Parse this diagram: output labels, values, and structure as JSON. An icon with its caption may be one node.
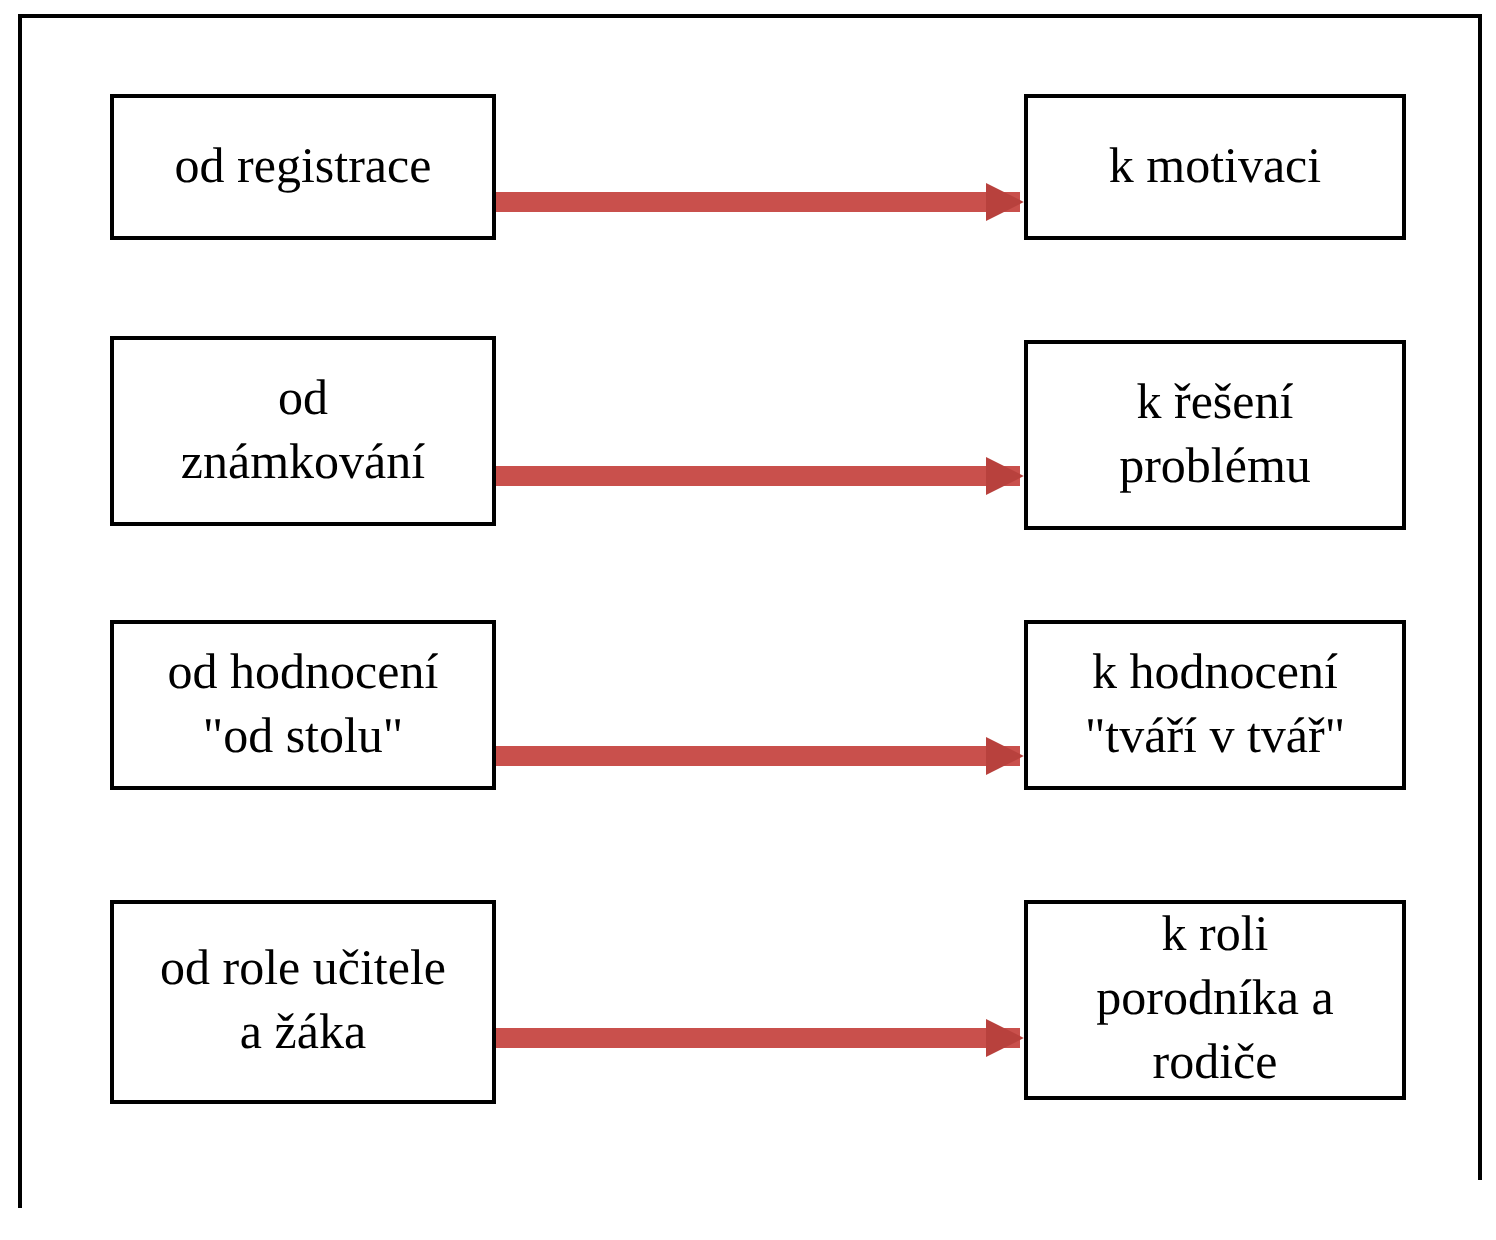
{
  "diagram": {
    "nodes": [
      {
        "text": [
          "od registrace"
        ]
      },
      {
        "text": [
          "k motivaci"
        ]
      },
      {
        "text": [
          "od známkování"
        ]
      },
      {
        "text": [
          "k řešení problému"
        ]
      },
      {
        "text": [
          "od hodnocení \"od stolu\""
        ]
      },
      {
        "text": [
          "k hodnocení \"tváří v tvář\""
        ]
      },
      {
        "text": [
          "od role učitele a žáka"
        ]
      },
      {
        "text": [
          "k roli porodníka a rodiče"
        ]
      }
    ],
    "edges": [
      {
        "from": 0,
        "to": 1,
        "arrow": "to"
      },
      {
        "from": 2,
        "to": 3,
        "arrow": "to"
      },
      {
        "from": 4,
        "to": 5,
        "arrow": "to"
      },
      {
        "from": 6,
        "to": 7,
        "arrow": "to"
      }
    ]
  }
}
